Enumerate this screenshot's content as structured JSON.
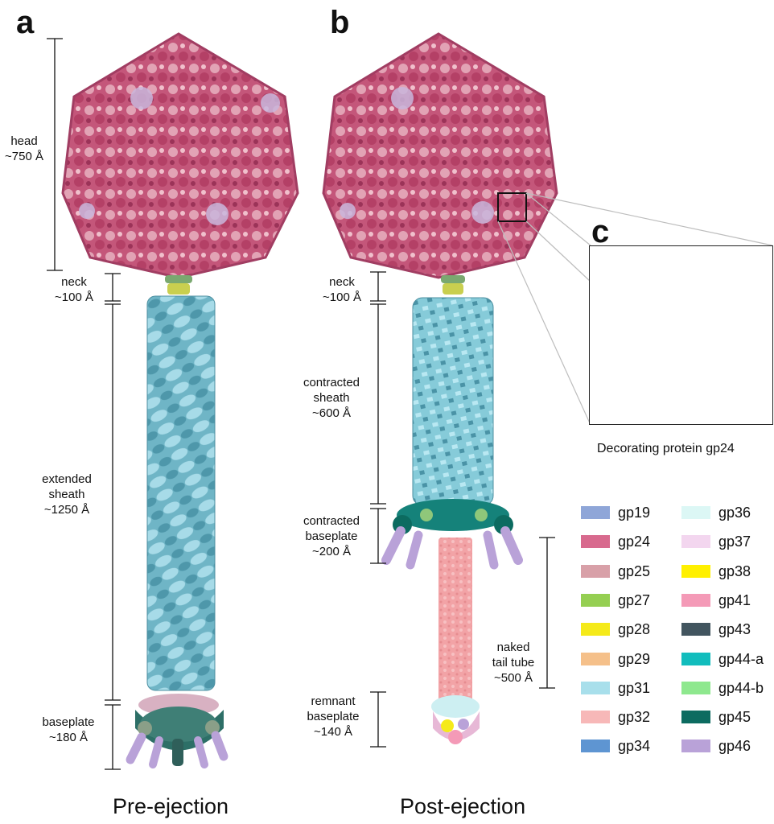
{
  "panels": {
    "a": "a",
    "b": "b",
    "c": "c"
  },
  "labels_a": {
    "head": "head\n~750 Å",
    "neck": "neck\n~100 Å",
    "sheath": "extended\nsheath\n~1250 Å",
    "baseplate": "baseplate\n~180 Å"
  },
  "labels_b": {
    "neck": "neck\n~100 Å",
    "sheath": "contracted\nsheath\n~600 Å",
    "baseplate": "contracted\nbaseplate\n~200 Å",
    "remnant": "remnant\nbaseplate\n~140 Å",
    "tube": "naked\ntail tube\n~500 Å"
  },
  "captions": {
    "left": "Pre-ejection",
    "right": "Post-ejection",
    "inset": "Decorating protein gp24"
  },
  "legend": [
    {
      "label": "gp19",
      "color": "#8fa6d8"
    },
    {
      "label": "gp24",
      "color": "#d86a8e"
    },
    {
      "label": "gp25",
      "color": "#d8a0a8"
    },
    {
      "label": "gp27",
      "color": "#95cf52"
    },
    {
      "label": "gp28",
      "color": "#f5ea1a"
    },
    {
      "label": "gp29",
      "color": "#f5c08a"
    },
    {
      "label": "gp31",
      "color": "#a8dfeb"
    },
    {
      "label": "gp32",
      "color": "#f7b8b8"
    },
    {
      "label": "gp34",
      "color": "#5e95d2"
    },
    {
      "label": "gp36",
      "color": "#dcf7f5"
    },
    {
      "label": "gp37",
      "color": "#f3d6ef"
    },
    {
      "label": "gp38",
      "color": "#fff000"
    },
    {
      "label": "gp41",
      "color": "#f49ab7"
    },
    {
      "label": "gp43",
      "color": "#42555f"
    },
    {
      "label": "gp44-a",
      "color": "#12bdbd"
    },
    {
      "label": "gp44-b",
      "color": "#8ee88e"
    },
    {
      "label": "gp45",
      "color": "#0c6b60"
    },
    {
      "label": "gp46",
      "color": "#b9a2d8"
    }
  ]
}
